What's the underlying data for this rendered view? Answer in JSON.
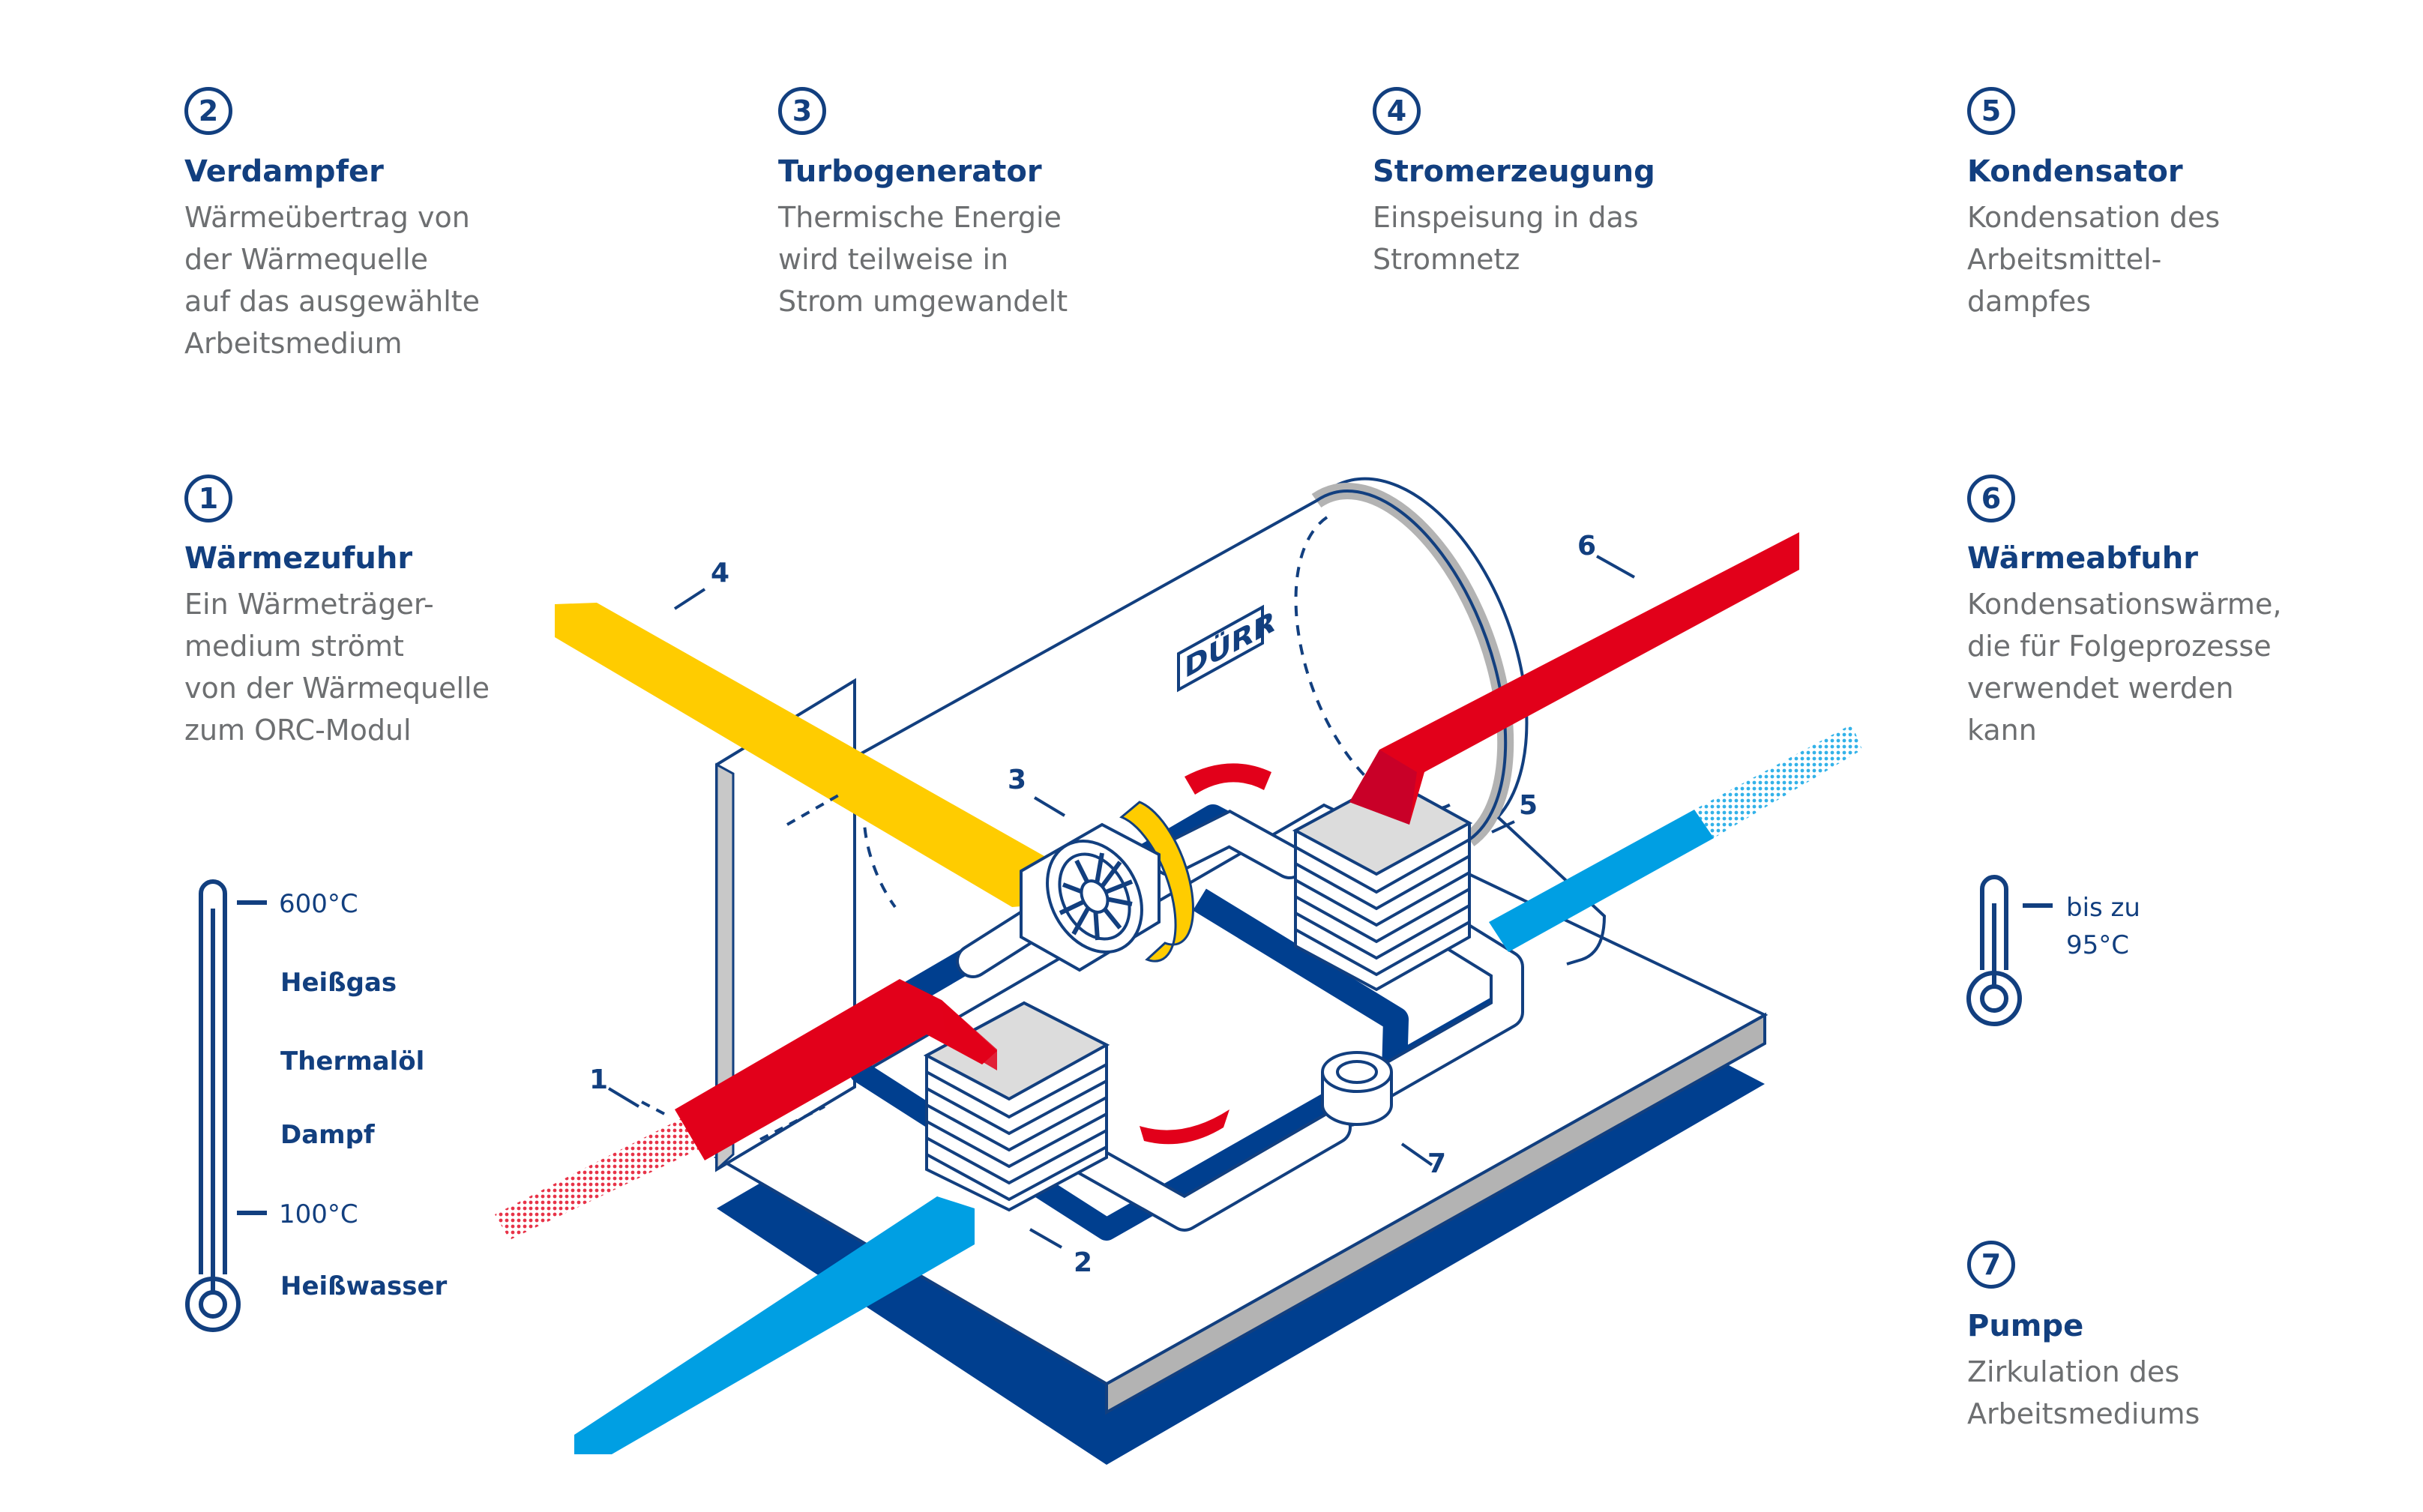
{
  "blocks": [
    {
      "num": "2",
      "title": "Verdampfer",
      "lines": [
        "Wärmeübertrag von",
        "der Wärmequelle",
        "auf das ausgewählte",
        "Arbeitsmedium"
      ]
    },
    {
      "num": "3",
      "title": "Turbogenerator",
      "lines": [
        "Thermische Energie",
        "wird teilweise in",
        "Strom umgewandelt"
      ]
    },
    {
      "num": "4",
      "title": "Stromerzeugung",
      "lines": [
        "Einspeisung in das",
        "Stromnetz"
      ]
    },
    {
      "num": "5",
      "title": "Kondensator",
      "lines": [
        "Kondensation des",
        "Arbeitsmittel-",
        "dampfes"
      ]
    },
    {
      "num": "1",
      "title": "Wärmezufuhr",
      "lines": [
        "Ein Wärmeträger-",
        "medium strömt",
        "von der Wärmequelle",
        "zum ORC-Modul"
      ]
    },
    {
      "num": "6",
      "title": "Wärmeabfuhr",
      "lines": [
        "Kondensationswärme,",
        "die für Folgeprozesse",
        "verwendet werden",
        "kann"
      ]
    },
    {
      "num": "7",
      "title": "Pumpe",
      "lines": [
        "Zirkulation des",
        "Arbeitsmediums"
      ]
    }
  ],
  "thermometer_left": {
    "top_temp": "600°C",
    "mid_temp": "100°C",
    "media": [
      "Heißgas",
      "Thermalöl",
      "Dampf",
      "Heißwasser"
    ]
  },
  "thermometer_right": {
    "temp_lines": [
      "bis zu",
      "95°C"
    ]
  },
  "diagram": {
    "logo_text": "DÜRR",
    "callouts": [
      "1",
      "2",
      "3",
      "4",
      "5",
      "6",
      "7"
    ]
  },
  "colors": {
    "navy": "#123f7f",
    "deep_blue": "#003f8f",
    "red": "#e2001a",
    "yellow": "#ffcc00",
    "cyan": "#009fe3",
    "gray_text": "#6d6f71"
  }
}
